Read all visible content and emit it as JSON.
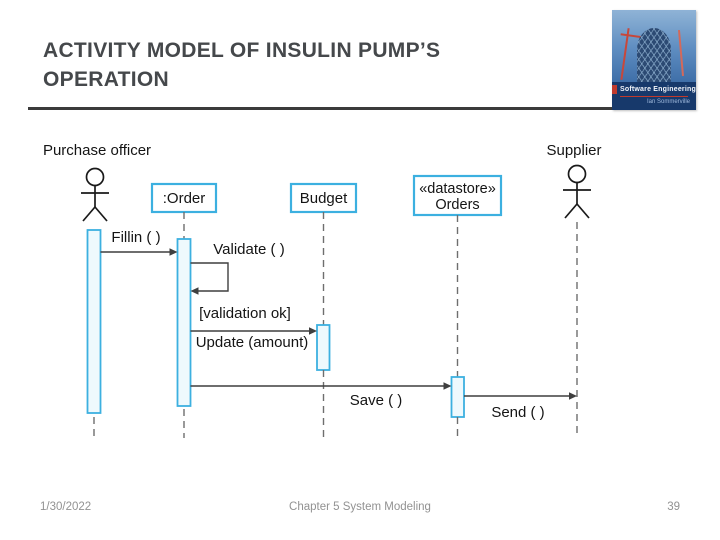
{
  "slide": {
    "title": "ACTIVITY MODEL OF INSULIN PUMP’S OPERATION",
    "footer": {
      "date": "1/30/2022",
      "center": "Chapter 5 System Modeling",
      "page": "39"
    }
  },
  "book": {
    "title": "Software Engineering",
    "author": "Ian Sommerville"
  },
  "colors": {
    "accent_cyan": "#3cb0e0",
    "title_gray": "#45484b",
    "footer_gray": "#929292",
    "cover_navy": "#17396b",
    "cover_red": "#c03a2d"
  },
  "diagram": {
    "actors": [
      {
        "name": "Purchase officer"
      },
      {
        "name": "Supplier"
      }
    ],
    "objects": [
      {
        "label": ":Order"
      },
      {
        "label": "Budget"
      },
      {
        "stereotype": "«datastore»",
        "label": "Orders"
      }
    ],
    "messages": [
      {
        "label": "Fillin ( )",
        "from": "Purchase officer",
        "to": ":Order"
      },
      {
        "label": "Validate ( )",
        "from": ":Order",
        "to": ":Order",
        "self": true
      },
      {
        "guard": "[validation ok]",
        "label": "Update (amount)",
        "from": ":Order",
        "to": "Budget"
      },
      {
        "label": "Save ( )",
        "from": ":Order",
        "to": "Orders"
      },
      {
        "label": "Send ( )",
        "from": "Orders",
        "to": "Supplier"
      }
    ]
  }
}
